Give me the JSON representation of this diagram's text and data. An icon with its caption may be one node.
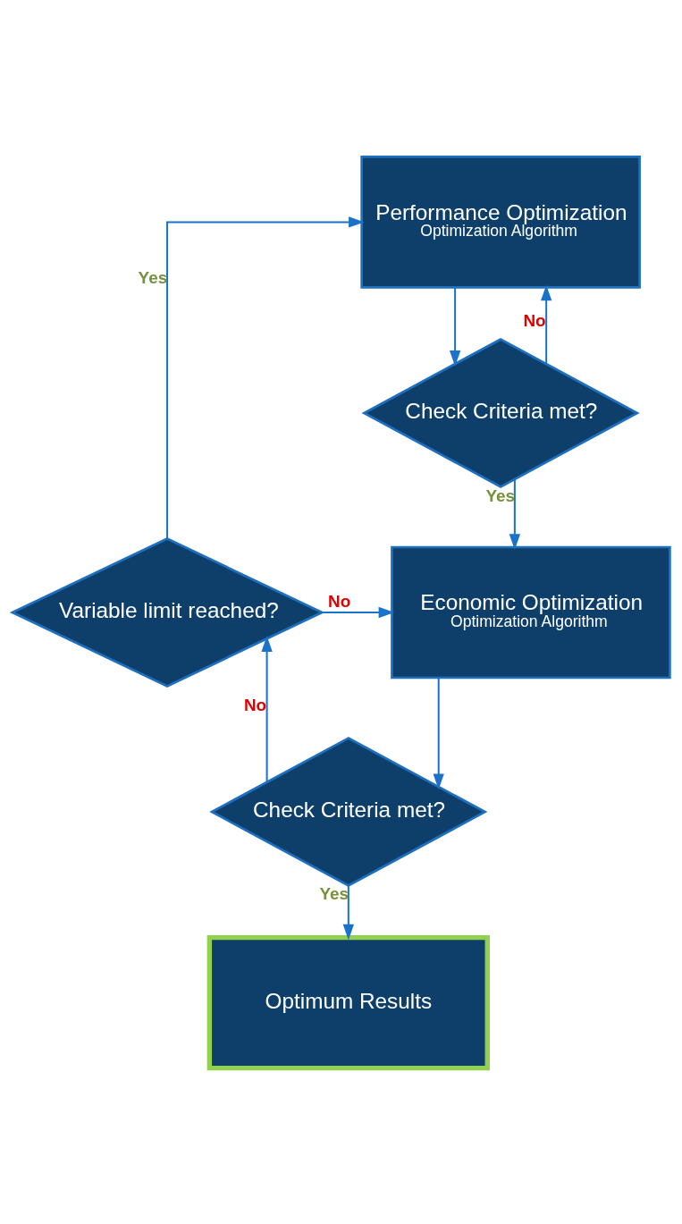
{
  "diagram": {
    "nodes": [
      {
        "text": [
          "Performance Optimization",
          "Optimization Algorithm"
        ]
      },
      {
        "text": [
          "Check Criteria met?"
        ]
      },
      {
        "text": [
          "Economic Optimization",
          "Optimization Algorithm"
        ]
      },
      {
        "text": [
          "Variable limit reached?"
        ]
      },
      {
        "text": [
          "Check Criteria met?"
        ]
      },
      {
        "text": [
          "Optimum Results"
        ]
      }
    ],
    "edges": [
      {
        "from": 0,
        "to": 1,
        "arrow": "to"
      },
      {
        "from": 1,
        "to": 0,
        "arrow": "to",
        "label": "No"
      },
      {
        "from": 1,
        "to": 2,
        "arrow": "to",
        "label": "Yes"
      },
      {
        "from": 3,
        "to": 0,
        "arrow": "to",
        "label": "Yes"
      },
      {
        "from": 3,
        "to": 2,
        "arrow": "to",
        "label": "No"
      },
      {
        "from": 2,
        "to": 4,
        "arrow": "to"
      },
      {
        "from": 4,
        "to": 3,
        "arrow": "to",
        "label": "No"
      },
      {
        "from": 4,
        "to": 5,
        "arrow": "to",
        "label": "Yes"
      }
    ]
  }
}
